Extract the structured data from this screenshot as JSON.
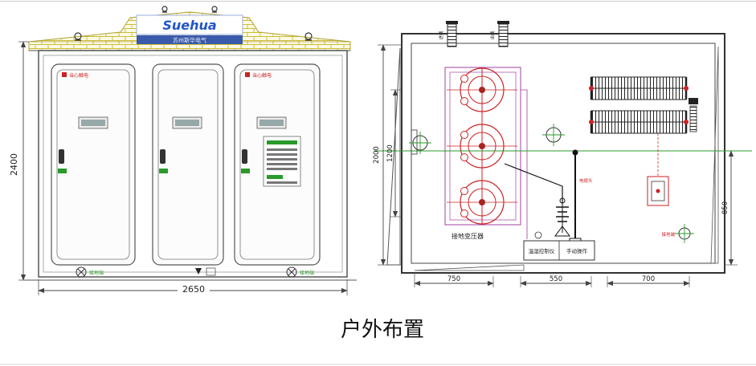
{
  "caption": "户外布置",
  "front_view": {
    "logo": "Suehua",
    "logo_sub": "苏州斯华电气",
    "door1_warning": "当心触电",
    "door3_warning": "当心触电",
    "ground_left_label": "接地端",
    "ground_right_label": "接地端",
    "dim_height": "2400",
    "dim_width": "2650"
  },
  "plan_view": {
    "vent1_label": "进线",
    "vent2_label": "出线",
    "transformer_label": "接地变压器",
    "cable_label": "电缆头",
    "control_left": "温湿控制仪",
    "control_right": "手动操作",
    "ground_label": "接地端",
    "dim_left_outer": "2000",
    "dim_left_inner": "1200",
    "dim_right": "850",
    "dim_bottom": [
      "750",
      "550",
      "700"
    ]
  },
  "colors": {
    "line": "#444444",
    "red": "#cc2222",
    "green": "#2a9a2a",
    "purple": "#a040a0",
    "blue": "#2255cc",
    "roof_brick": "#cdbd3a"
  }
}
